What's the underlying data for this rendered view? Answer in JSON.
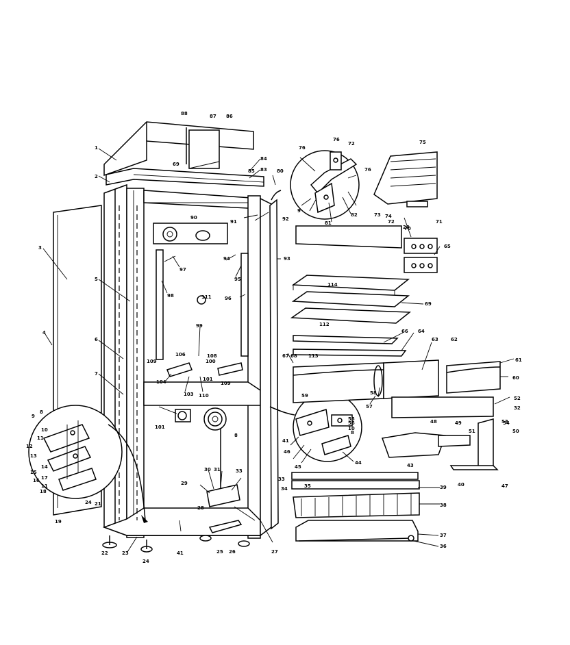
{
  "labels": {
    "l1": "1",
    "l2": "2",
    "l3": "3",
    "l4": "4",
    "l5": "5",
    "l6": "6",
    "l7": "7",
    "l8a": "8",
    "l8b": "8",
    "l8c": "8",
    "l9a": "9",
    "l9b": "9",
    "l10a": "10",
    "l10b": "10",
    "l11a": "11",
    "l11b": "11",
    "l12": "12",
    "l13": "13",
    "l14": "14",
    "l15": "15",
    "l16": "16",
    "l17": "17",
    "l18": "18",
    "l19": "19",
    "l20": "20",
    "l21": "21",
    "l22": "22",
    "l23": "23",
    "l24a": "24",
    "l24b": "24",
    "l25": "25",
    "l26": "26",
    "l27": "27",
    "l28": "28",
    "l29": "29",
    "l30": "30",
    "l31": "31",
    "l32": "32",
    "l33a": "33",
    "l33b": "33",
    "l34": "34",
    "l35": "35",
    "l36": "36",
    "l37": "37",
    "l38": "38",
    "l39": "39",
    "l40": "40",
    "l41a": "41",
    "l41b": "41",
    "l43": "43",
    "l44": "44",
    "l45": "45",
    "l46": "46",
    "l47": "47",
    "l48": "48",
    "l49": "49",
    "l50": "50",
    "l51": "51",
    "l52": "52",
    "l53": "53",
    "l54": "54",
    "l55": "55",
    "l56": "56",
    "l57": "57",
    "l58": "58",
    "l59": "59",
    "l60": "60",
    "l61": "61",
    "l62": "62",
    "l63": "63",
    "l64": "64",
    "l65": "65",
    "l66": "66",
    "l67": "67",
    "l68": "68",
    "l69a": "69",
    "l69b": "69",
    "l70": "70",
    "l71": "71",
    "l72a": "72",
    "l72b": "72",
    "l73": "73",
    "l74": "74",
    "l75": "75",
    "l76a": "76",
    "l76b": "76",
    "l76c": "76",
    "l80": "80",
    "l81": "81",
    "l82": "82",
    "l83": "83",
    "l84": "84",
    "l85": "85",
    "l86": "86",
    "l87": "87",
    "l88": "88",
    "l90": "90",
    "l91": "91",
    "l92": "92",
    "l93": "93",
    "l94": "94",
    "l95": "95",
    "l96": "96",
    "l97": "97",
    "l98": "98",
    "l99": "99",
    "l100": "100",
    "l101a": "101",
    "l101b": "101",
    "l103": "103",
    "l104": "104",
    "l106": "106",
    "l108": "108",
    "l109a": "109",
    "l109b": "109",
    "l110": "110",
    "l111": "111",
    "l112": "112",
    "l113": "113",
    "l114": "114"
  }
}
